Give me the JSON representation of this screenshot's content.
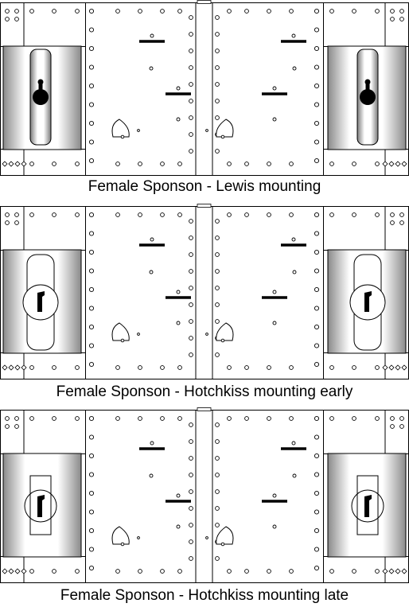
{
  "panels": [
    {
      "caption": "Female Sponson - Lewis mounting",
      "mount": "lewis"
    },
    {
      "caption": "Female Sponson - Hotchkiss mounting early",
      "mount": "hotchkiss-early"
    },
    {
      "caption": "Female Sponson - Hotchkiss mounting late",
      "mount": "hotchkiss-late"
    }
  ],
  "colors": {
    "line": "#000000",
    "fill": "#ffffff",
    "shade_dark": "#8a8a8a",
    "shade_light": "#ffffff"
  }
}
